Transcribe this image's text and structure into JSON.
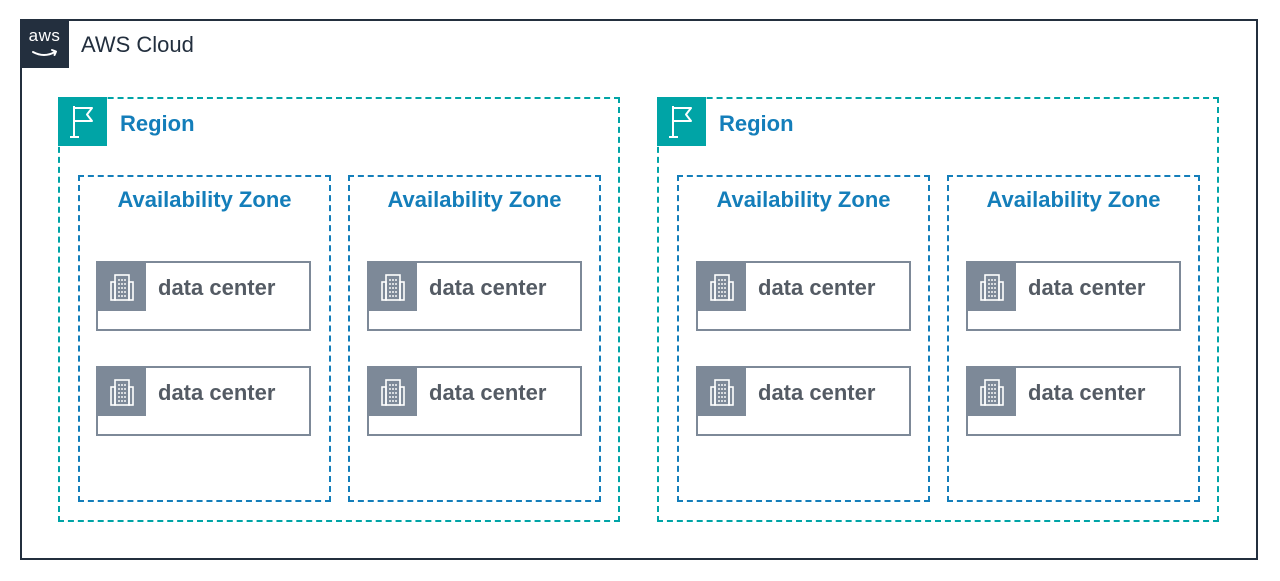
{
  "cloud": {
    "badge_text": "aws",
    "title": "AWS Cloud",
    "icon": "aws-logo-icon"
  },
  "regions": [
    {
      "title": "Region",
      "icon": "flag-icon",
      "zones": [
        {
          "title": "Availability Zone",
          "data_centers": [
            {
              "label": "data center",
              "icon": "building-icon"
            },
            {
              "label": "data center",
              "icon": "building-icon"
            }
          ]
        },
        {
          "title": "Availability Zone",
          "data_centers": [
            {
              "label": "data center",
              "icon": "building-icon"
            },
            {
              "label": "data center",
              "icon": "building-icon"
            }
          ]
        }
      ]
    },
    {
      "title": "Region",
      "icon": "flag-icon",
      "zones": [
        {
          "title": "Availability Zone",
          "data_centers": [
            {
              "label": "data center",
              "icon": "building-icon"
            },
            {
              "label": "data center",
              "icon": "building-icon"
            }
          ]
        },
        {
          "title": "Availability Zone",
          "data_centers": [
            {
              "label": "data center",
              "icon": "building-icon"
            },
            {
              "label": "data center",
              "icon": "building-icon"
            }
          ]
        }
      ]
    }
  ],
  "colors": {
    "cloud_border": "#232f3e",
    "region_accent": "#00a4a6",
    "zone_accent": "#147eba",
    "data_center_gray": "#7d8998",
    "data_center_text": "#545b64"
  }
}
